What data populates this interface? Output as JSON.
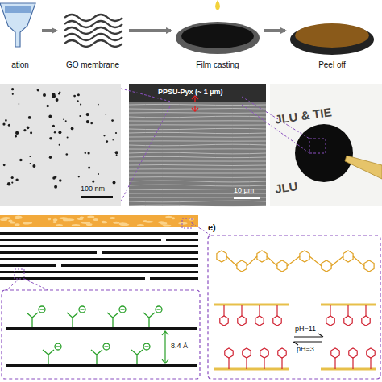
{
  "diagram": {
    "nodes": [
      {
        "text": [
          "ation"
        ]
      },
      {
        "text": [
          "GO membrane"
        ]
      },
      {
        "text": [
          "Film casting"
        ]
      },
      {
        "text": [
          "Peel off"
        ]
      }
    ],
    "edges": [
      {
        "from": 0,
        "to": 1,
        "arrow": "to"
      },
      {
        "from": 1,
        "to": 2,
        "arrow": "to"
      },
      {
        "from": 2,
        "to": 3,
        "arrow": "to"
      }
    ],
    "labels": [
      "100 nm",
      "PPSU-Pyx (~ 1 µm)",
      "10 µm",
      "JLU & TIE",
      "JLU",
      "8.4 Å",
      "e)",
      "pH=11",
      "pH=3"
    ]
  }
}
